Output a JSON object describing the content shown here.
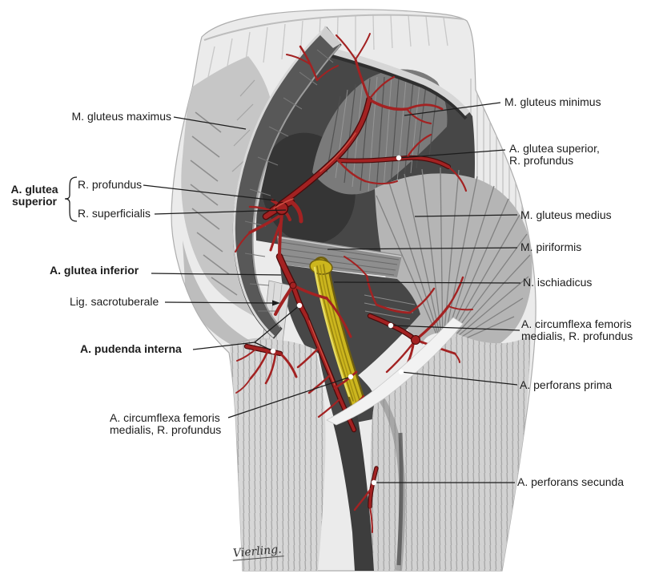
{
  "figure": {
    "type": "anatomical-illustration",
    "subject": "Gluteal region: arteries, nerves and muscles (posterior view, gluteus maximus reflected)",
    "signature": "Vierling.",
    "colors": {
      "artery": "#a32222",
      "artery_outline": "#4a0a0a",
      "nerve": "#ccb61e",
      "background": "#ffffff",
      "label_text": "#1c1c1c"
    }
  },
  "labels": {
    "left": {
      "gluteus_maximus": "M. gluteus maximus",
      "glutea_superior": {
        "line1": "A. glutea",
        "line2": "superior"
      },
      "r_profundus": "R. profundus",
      "r_superficialis": "R. superficialis",
      "glutea_inferior": "A. glutea inferior",
      "lig_sacrotuberale": "Lig. sacrotuberale",
      "pudenda_interna": "A. pudenda interna",
      "circumflexa": {
        "line1": "A. circumflexa femoris",
        "line2": "medialis, R. profundus"
      }
    },
    "right": {
      "gluteus_minimus": "M. gluteus minimus",
      "glutea_superior_profundus": {
        "line1": "A. glutea superior,",
        "line2": "R. profundus"
      },
      "gluteus_medius": "M. gluteus medius",
      "piriformis": "M. piriformis",
      "ischiadicus": "N. ischiadicus",
      "circumflexa": {
        "line1": "A. circumflexa femoris",
        "line2": "medialis, R. profundus"
      },
      "perforans_prima": "A. perforans prima",
      "perforans_secunda": "A. perforans secunda"
    }
  }
}
